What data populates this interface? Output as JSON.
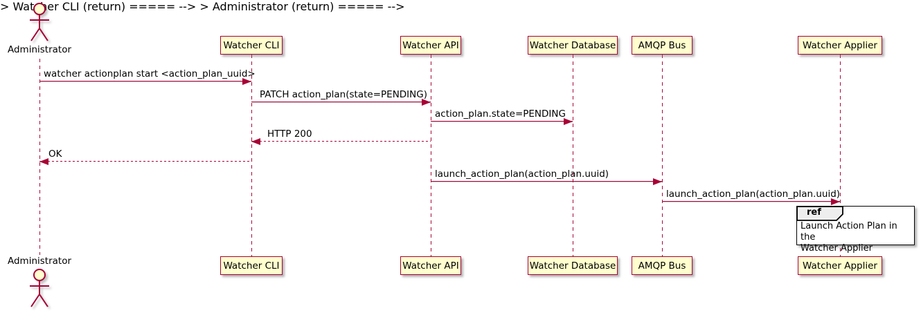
{
  "diagram_type": "sequence",
  "actor": {
    "label": "Administrator"
  },
  "participants": [
    {
      "label": "Watcher CLI"
    },
    {
      "label": "Watcher API"
    },
    {
      "label": "Watcher Database"
    },
    {
      "label": "AMQP Bus"
    },
    {
      "label": "Watcher Applier"
    }
  ],
  "messages": [
    {
      "from": "Administrator",
      "to": "Watcher CLI",
      "label": "watcher actionplan start <action_plan_uuid>",
      "line": "solid",
      "direction": "right"
    },
    {
      "from": "Watcher CLI",
      "to": "Watcher API",
      "label": "PATCH action_plan(state=PENDING)",
      "line": "solid",
      "direction": "right"
    },
    {
      "from": "Watcher API",
      "to": "Watcher Database",
      "label": "action_plan.state=PENDING",
      "line": "solid",
      "direction": "right"
    },
    {
      "from": "Watcher API",
      "to": "Watcher CLI",
      "label": "HTTP 200",
      "line": "dashed",
      "direction": "left"
    },
    {
      "from": "Watcher CLI",
      "to": "Administrator",
      "label": "OK",
      "line": "dashed",
      "direction": "left"
    },
    {
      "from": "Watcher API",
      "to": "AMQP Bus",
      "label": "launch_action_plan(action_plan.uuid)",
      "line": "solid",
      "direction": "right"
    },
    {
      "from": "AMQP Bus",
      "to": "Watcher Applier",
      "label": "launch_action_plan(action_plan.uuid)",
      "line": "solid",
      "direction": "right"
    }
  ],
  "ref_fragment": {
    "keyword": "ref",
    "text": "Launch Action Plan in the\nWatcher Applier",
    "over": "Watcher Applier"
  },
  "colors": {
    "participant_fill": "#FEFECE",
    "line_and_border": "#A80036",
    "text": "#000000",
    "ref_border": "#000000",
    "ref_tab_fill": "#EEEEEE",
    "background": "#FFFFFF"
  }
}
